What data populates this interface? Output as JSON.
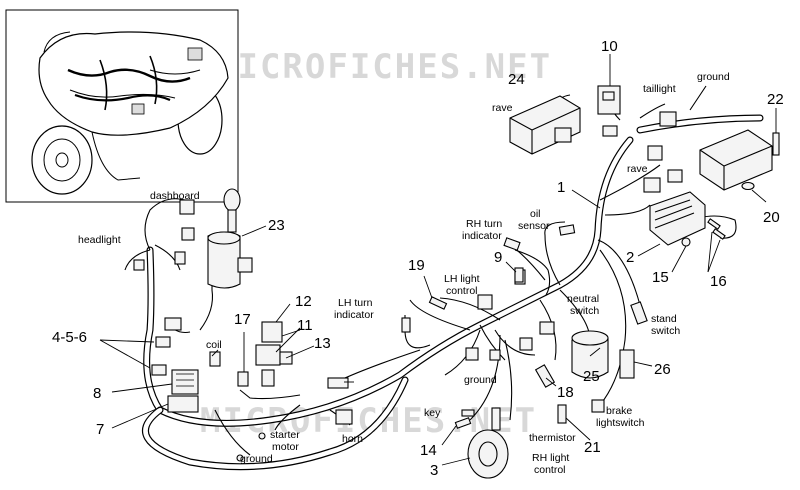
{
  "watermark": {
    "top": "MICROFICHES.NET",
    "bottom": "MICROFICHES.NET"
  },
  "labels": {
    "dashboard": "dashboard",
    "headlight": "headlight",
    "rave_top": "rave",
    "rave_right": "rave",
    "taillight": "taillight",
    "ground_top": "ground",
    "oil_sensor": "oil\nsensor",
    "rh_turn_indicator": "RH turn\nindicator",
    "lh_light_control": "LH light\ncontrol",
    "lh_turn_indicator": "LH turn\nindicator",
    "neutral_switch": "neutral\nswitch",
    "stand_switch": "stand\nswitch",
    "coil": "coil",
    "ground_mid": "ground",
    "key": "key",
    "brake_lightswitch": "brake\nlightswitch",
    "thermistor": "thermistor",
    "rh_light_control": "RH light\ncontrol",
    "starter_motor": "starter\nmotor",
    "horn": "horn",
    "ground_bottom": "ground"
  },
  "callouts": {
    "n1": "1",
    "n2": "2",
    "n3": "3",
    "n456": "4-5-6",
    "n7": "7",
    "n8": "8",
    "n9": "9",
    "n10": "10",
    "n11": "11",
    "n12": "12",
    "n13": "13",
    "n14": "14",
    "n15": "15",
    "n16": "16",
    "n17": "17",
    "n18": "18",
    "n19": "19",
    "n20": "20",
    "n21": "21",
    "n22": "22",
    "n23": "23",
    "n24": "24",
    "n25": "25",
    "n26": "26"
  }
}
